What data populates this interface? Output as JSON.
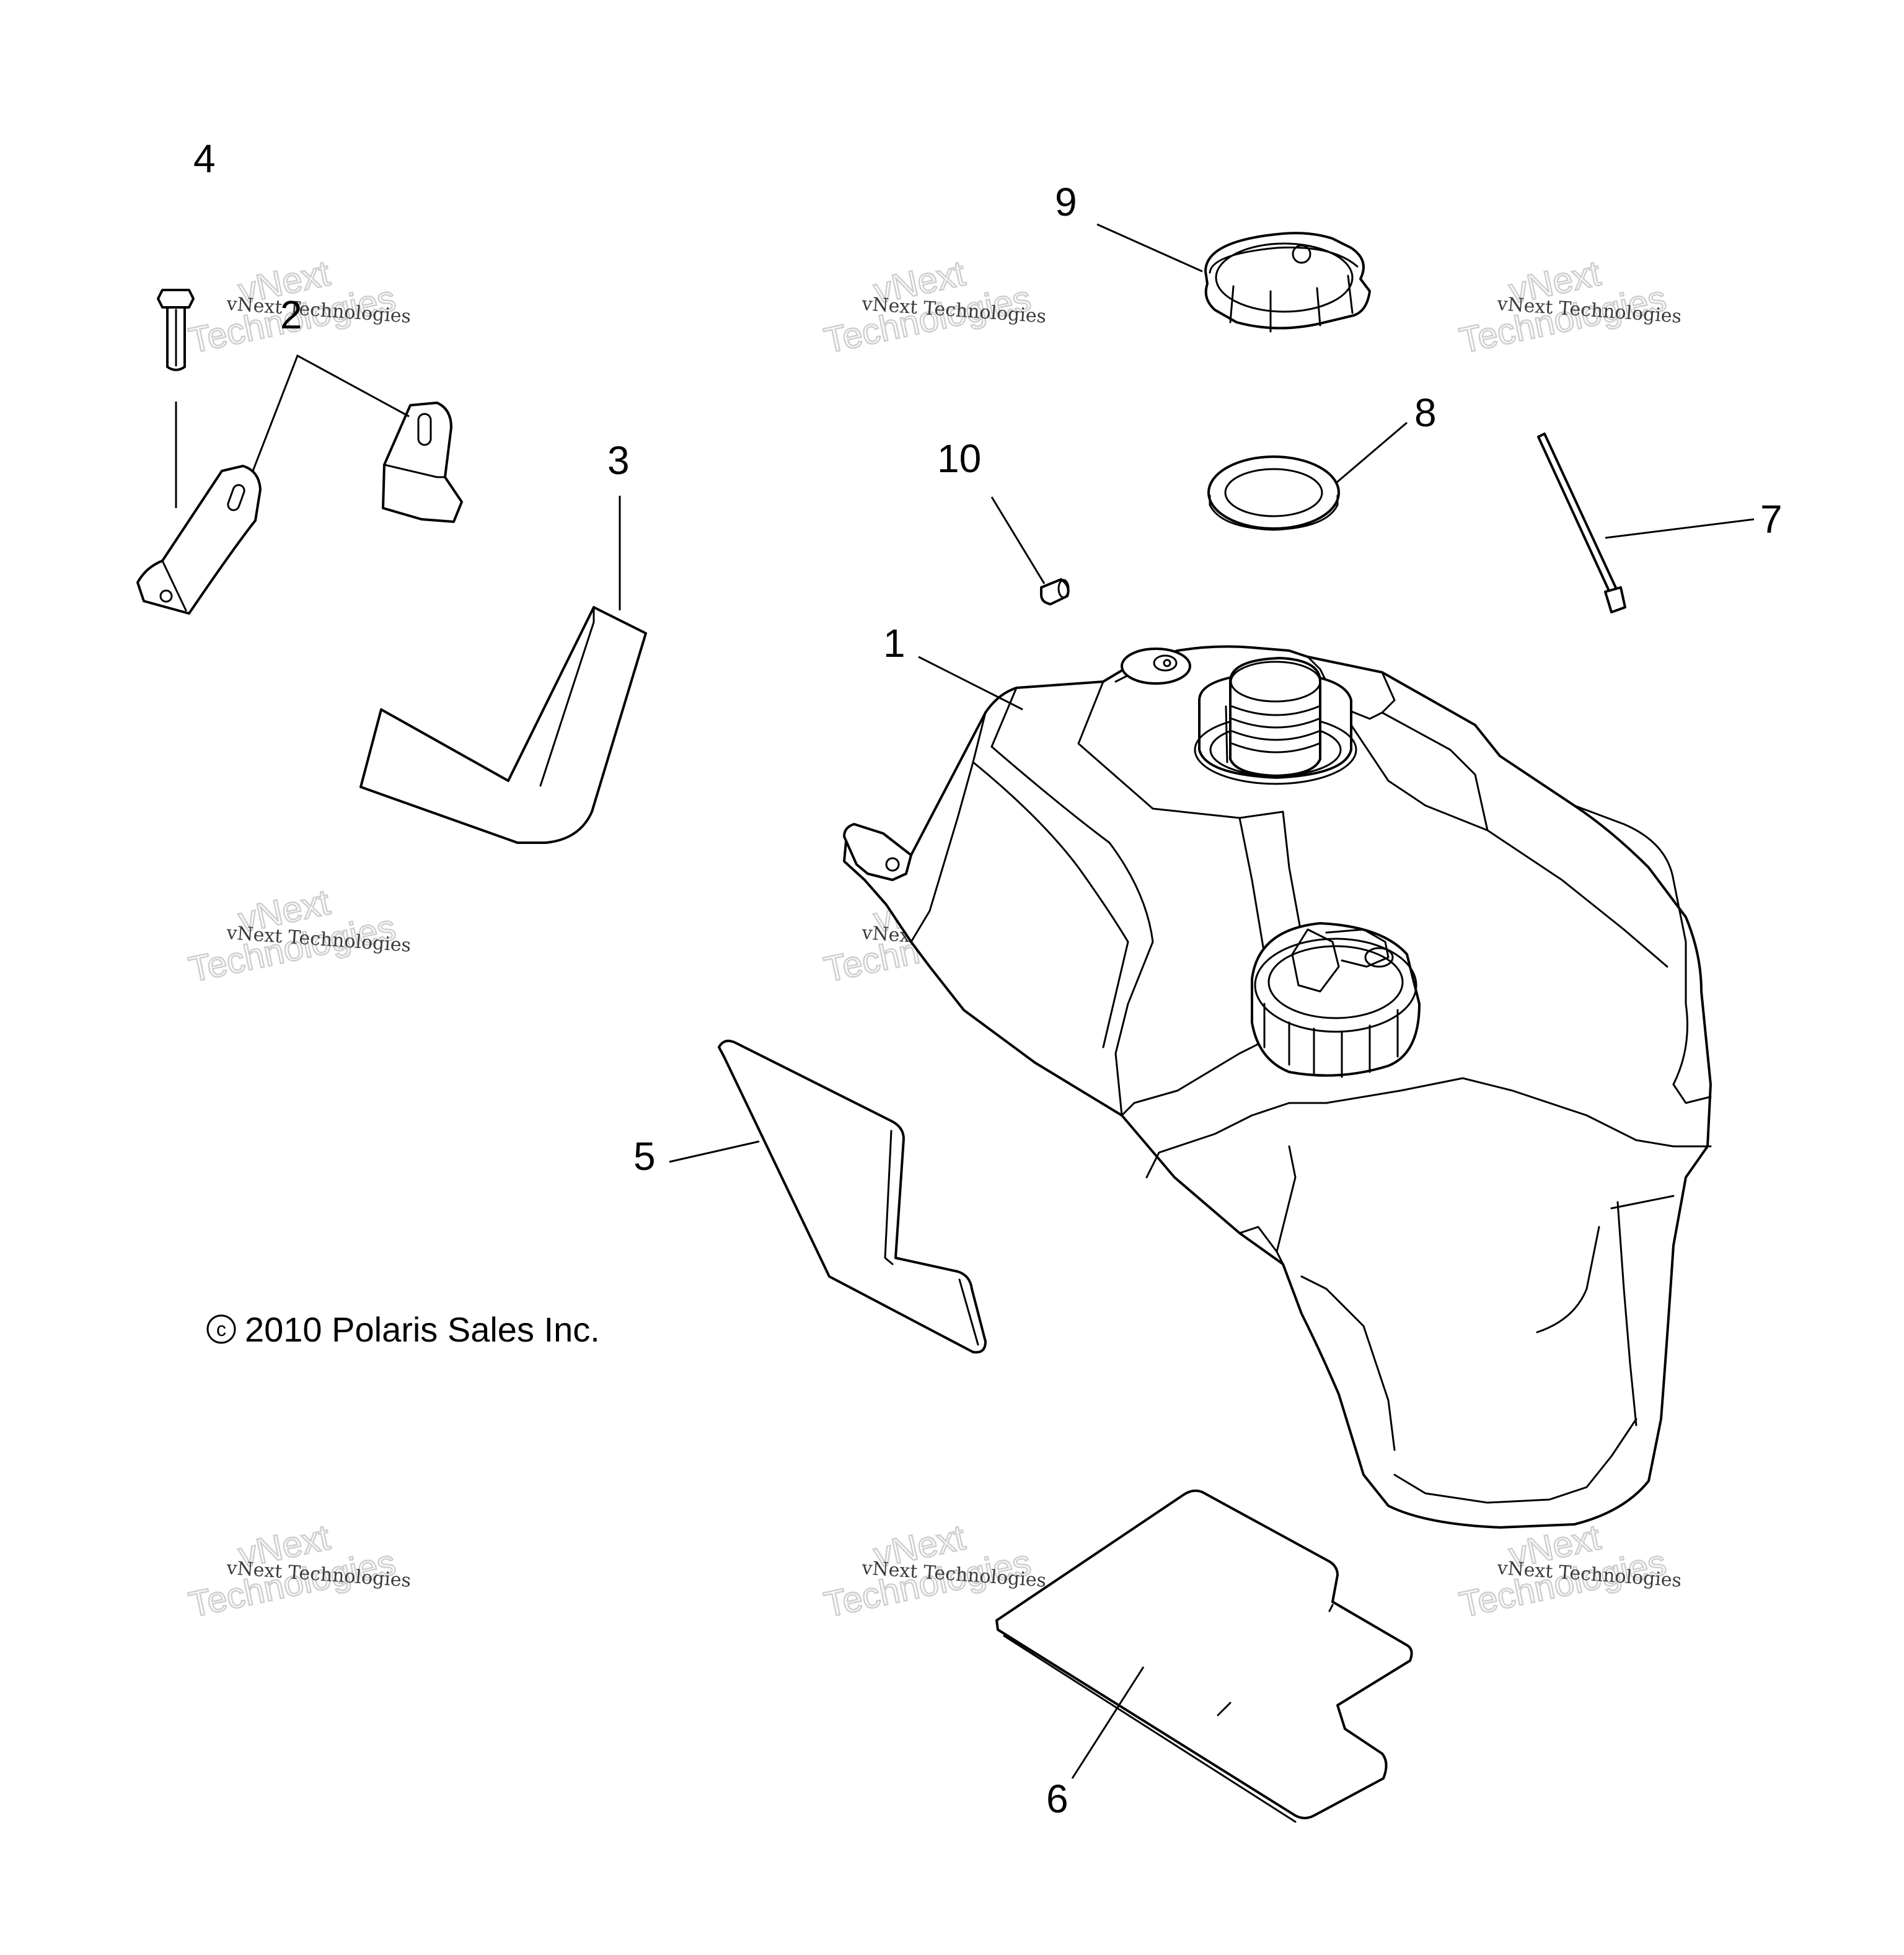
{
  "diagram": {
    "callouts": [
      "1",
      "2",
      "3",
      "4",
      "5",
      "6",
      "7",
      "8",
      "9",
      "10"
    ],
    "copyright": "2010 Polaris Sales Inc.",
    "copyright_symbol": "c",
    "watermark": {
      "line_small": "vNext Technologies",
      "line_big_1": "vNext",
      "line_big_2": "Technologies"
    }
  }
}
